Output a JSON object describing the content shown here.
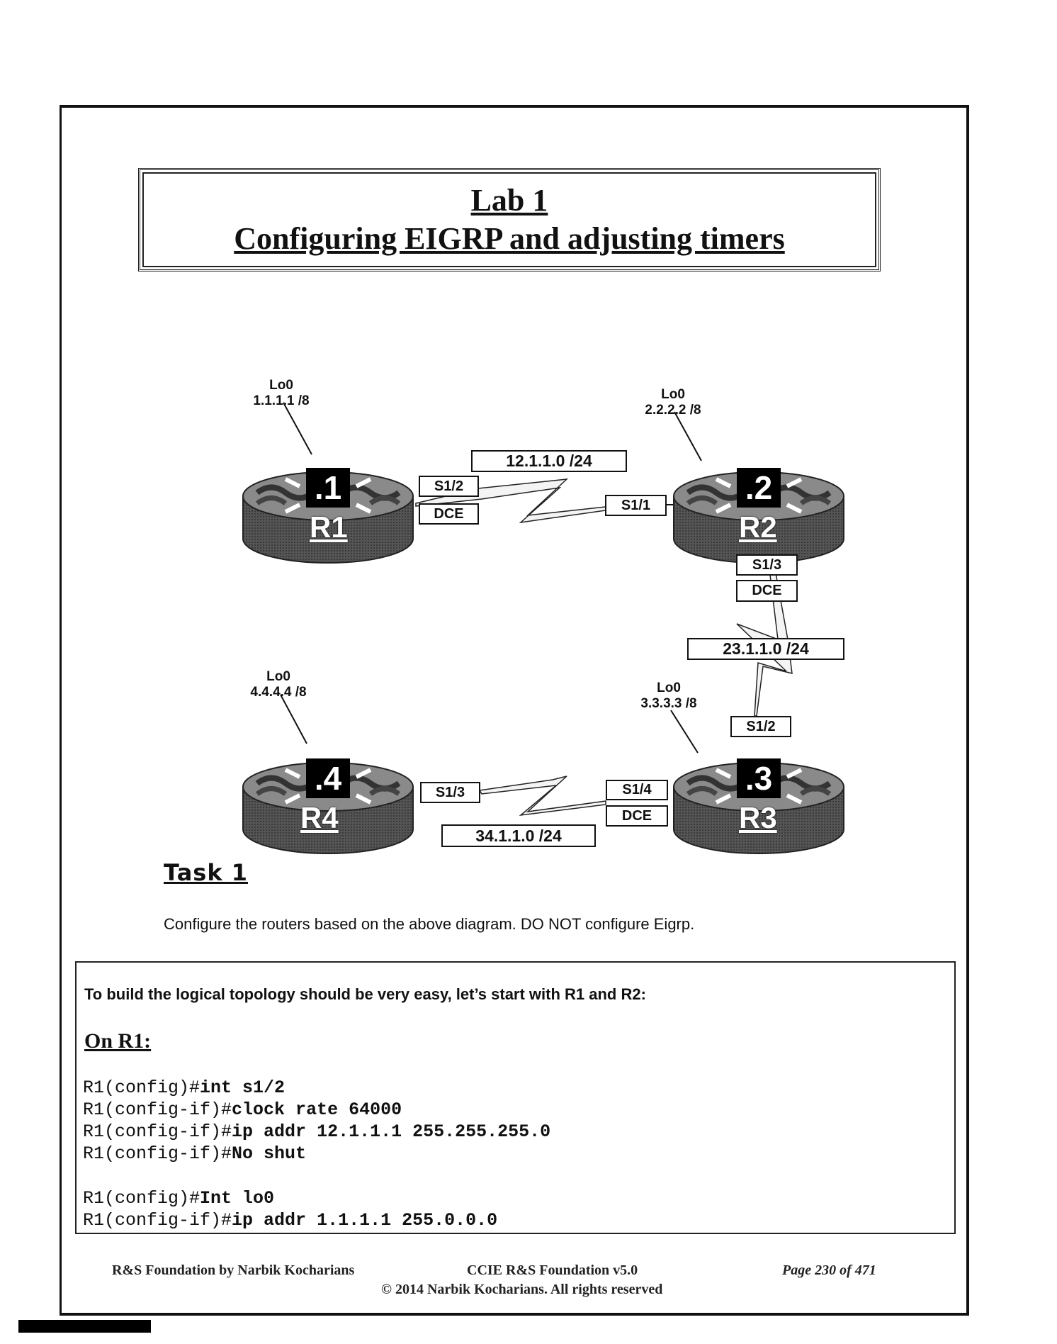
{
  "title": {
    "line1": "Lab 1",
    "line2": "Configuring EIGRP and adjusting timers"
  },
  "diagram": {
    "routers": [
      {
        "name": "R1",
        "id": ".1",
        "loopback": "Lo0",
        "ip": "1.1.1.1 /8"
      },
      {
        "name": "R2",
        "id": ".2",
        "loopback": "Lo0",
        "ip": "2.2.2.2 /8"
      },
      {
        "name": "R3",
        "id": ".3",
        "loopback": "Lo0",
        "ip": "3.3.3.3 /8"
      },
      {
        "name": "R4",
        "id": ".4",
        "loopback": "Lo0",
        "ip": "4.4.4.4 /8"
      }
    ],
    "networks": {
      "r1_r2": "12.1.1.0 /24",
      "r2_r3": "23.1.1.0 /24",
      "r3_r4": "34.1.1.0 /24"
    },
    "interfaces": {
      "r1_s12": "S1/2",
      "r1_dce": "DCE",
      "r2_s11": "S1/1",
      "r2_s13": "S1/3",
      "r2_dce": "DCE",
      "r3_s12": "S1/2",
      "r3_s14": "S1/4",
      "r3_dce": "DCE",
      "r4_s13": "S1/3"
    }
  },
  "task": {
    "heading": "Task 1",
    "description": "Configure the routers based on the above diagram. DO NOT configure Eigrp."
  },
  "solution": {
    "intro": "To build the logical topology should be very easy, let’s start with R1 and R2:",
    "heading": "On R1:",
    "lines": [
      {
        "prompt": "R1(config)#",
        "cmd": "int s1/2"
      },
      {
        "prompt": "R1(config-if)#",
        "cmd": "clock rate 64000"
      },
      {
        "prompt": "R1(config-if)#",
        "cmd": "ip addr 12.1.1.1 255.255.255.0"
      },
      {
        "prompt": "R1(config-if)#",
        "cmd": "No shut"
      },
      {
        "prompt": "R1(config)#",
        "cmd": "Int lo0"
      },
      {
        "prompt": "R1(config-if)#",
        "cmd": "ip addr 1.1.1.1 255.0.0.0"
      }
    ]
  },
  "footer": {
    "left": "R&S Foundation by Narbik Kocharians",
    "center": "CCIE R&S Foundation v5.0",
    "right": "Page 230 of 471",
    "copyright": "© 2014 Narbik Kocharians. All rights reserved"
  }
}
